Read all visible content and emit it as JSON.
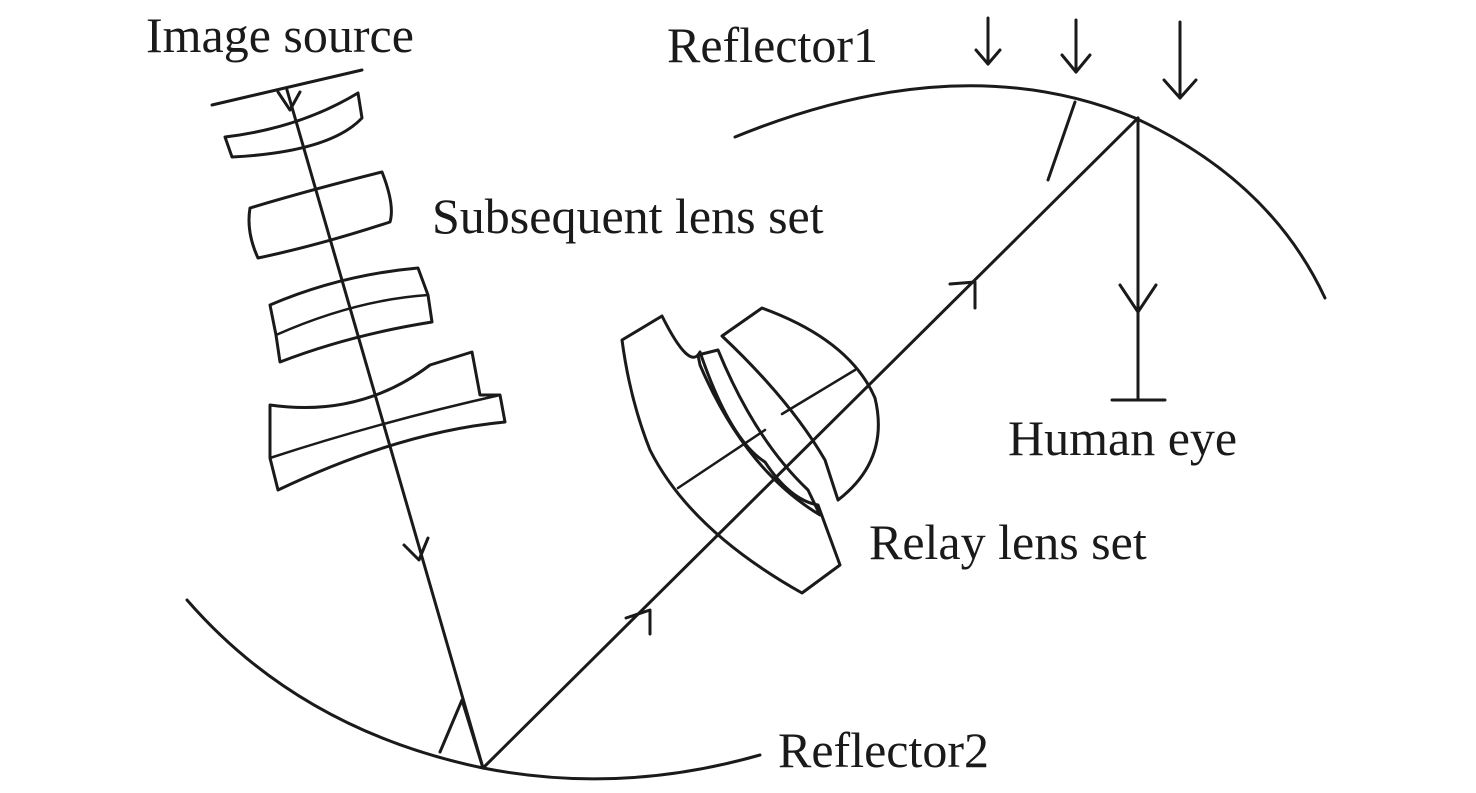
{
  "labels": {
    "image_source": "Image source",
    "reflector1": "Reflector1",
    "subsequent_lens_set": "Subsequent lens set",
    "human_eye": "Human eye",
    "relay_lens_set": "Relay lens set",
    "reflector2": "Reflector2"
  },
  "colors": {
    "line": "#1a1a1a",
    "background": "#ffffff"
  }
}
